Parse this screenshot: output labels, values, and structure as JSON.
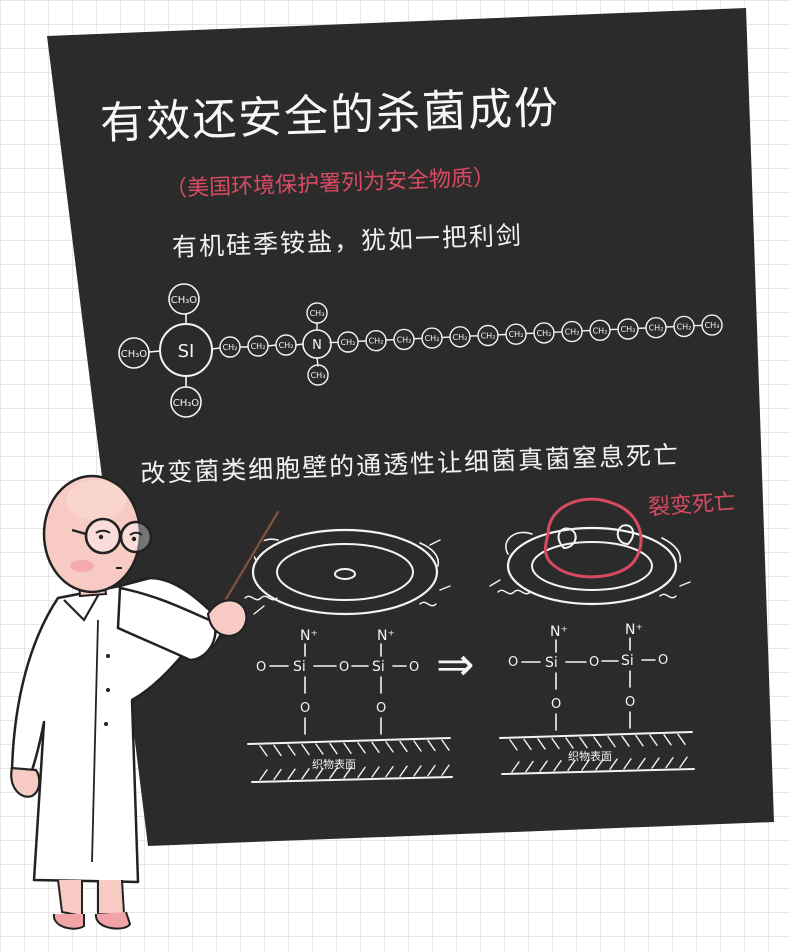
{
  "board": {
    "title": "有效还安全的杀菌成份",
    "subtitle": "（美国环境保护署列为安全物质）",
    "line1": "有机硅季铵盐，犹如一把利剑",
    "line2": "改变菌类细胞壁的通透性让细菌真菌窒息死亡"
  },
  "molecule": {
    "center": "SI",
    "top": "CH₃O",
    "left": "CH₃O",
    "bottom": "CH₃O",
    "nitrogen": "N",
    "methyl": "CH₃",
    "chain_unit": "CH₂",
    "chain_end": "CH₃"
  },
  "diagram": {
    "rupture_label": "裂变死亡",
    "n_plus": "N⁺",
    "si": "Si",
    "o": "O",
    "substrate_label": "织物表面",
    "arrow": "⇒"
  },
  "colors": {
    "board": "#2b2b2b",
    "chalk": "#f4f4f4",
    "accent": "#d94a62",
    "skin": "#f7cbc3"
  }
}
